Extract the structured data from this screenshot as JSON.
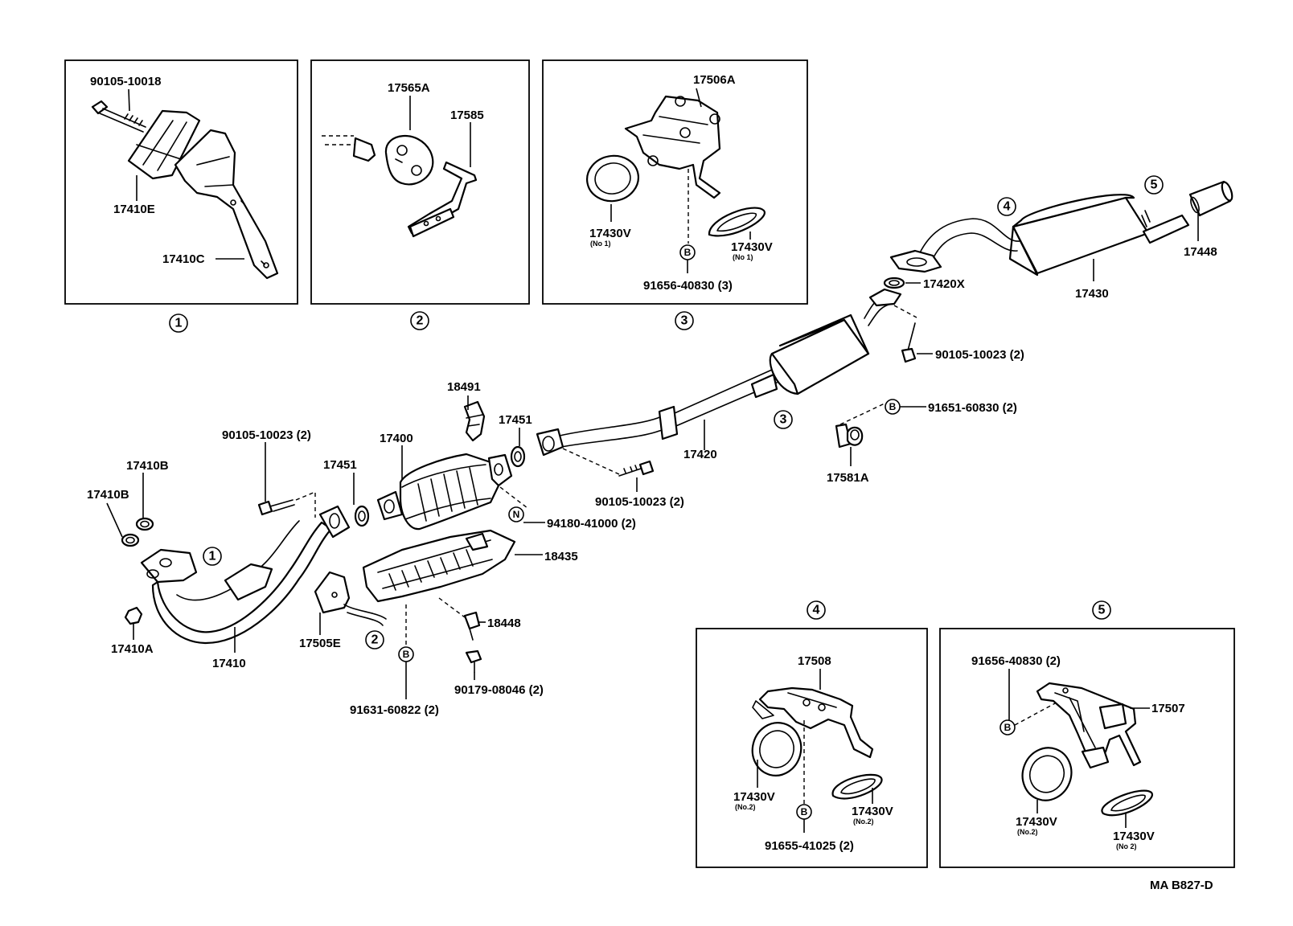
{
  "diagram_code": "MA B827-D",
  "panels": {
    "p1": {
      "number": "1",
      "labels": {
        "bolt": "90105-10018",
        "clamp": "17410E",
        "bracket": "17410C"
      }
    },
    "p2": {
      "number": "2",
      "labels": {
        "hanger": "17565A",
        "rod": "17585"
      }
    },
    "p3": {
      "number": "3",
      "labels": {
        "bracket": "17506A",
        "ring_left": "17430V",
        "ring_left_note": "(No 1)",
        "ring_right": "17430V",
        "ring_right_note": "(No 1)",
        "bolt": "91656-40830 (3)",
        "symbol": "B"
      }
    },
    "p4": {
      "number": "4",
      "labels": {
        "bracket": "17508",
        "ring_left": "17430V",
        "ring_left_note": "(No.2)",
        "ring_right": "17430V",
        "ring_right_note": "(No.2)",
        "bolt": "91655-41025 (2)",
        "symbol": "B"
      }
    },
    "p5": {
      "number": "5",
      "labels": {
        "bolt": "91656-40830 (2)",
        "bracket": "17507",
        "ring_left": "17430V",
        "ring_left_note": "(No.2)",
        "ring_right": "17430V",
        "ring_right_note": "(No 2)",
        "symbol": "B"
      }
    }
  },
  "main": {
    "labels": {
      "tailpipe": "17448",
      "muffler": "17430",
      "gasket_rear": "17420X",
      "bolt_rear": "90105-10023 (2)",
      "bolt_hanger": "91651-60830 (2)",
      "hanger": "17581A",
      "center_pipe": "17420",
      "bracket_top": "18491",
      "gasket_mid": "17451",
      "converter": "17400",
      "bolt_front": "90105-10023 (2)",
      "gasket_front": "17451",
      "gasket_b1": "17410B",
      "gasket_b2": "17410B",
      "bolt_mid": "90105-10023 (2)",
      "nut": "94180-41000 (2)",
      "heat_shield": "18435",
      "clip": "18448",
      "front_pipe": "17410",
      "nut_front": "17410A",
      "bracket_front": "17505E",
      "bolt_shield": "91631-60822 (2)",
      "screw": "90179-08046 (2)"
    },
    "callouts": [
      "1",
      "2",
      "3",
      "4",
      "5"
    ],
    "symbols": {
      "b": "B",
      "n": "N"
    }
  }
}
